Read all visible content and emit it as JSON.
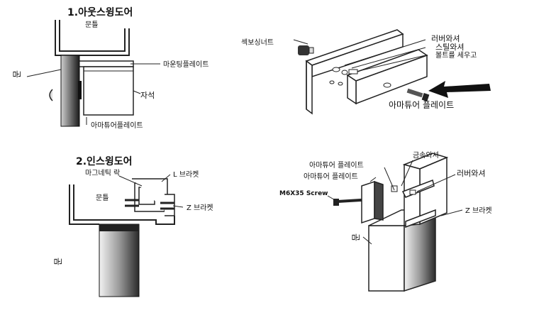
{
  "diagram": {
    "out_swing": {
      "title": "1.아웃스윙도어",
      "frame_label": "문틀",
      "door_label": "문",
      "mounting_plate_label": "마운팅플레이트",
      "magnet_label": "자석",
      "armature_plate_label": "아마튜어플레이트"
    },
    "in_swing": {
      "title": "2.인스윙도어",
      "magnetic_lock_label": "마그네틱 락",
      "frame_label": "문틀",
      "l_bracket_label": "L 브라켓",
      "z_bracket_label": "Z 브라켓",
      "door_label": "문"
    },
    "exploded_top": {
      "sex_nut_label": "섹보싱너트",
      "rubber_washer_label": "러버와셔",
      "steel_washer_label": "스틸와셔",
      "bolt_label": "볼트를 세우고",
      "armature_plate_label": "아마튜어 플레이트"
    },
    "exploded_bottom": {
      "armature_plate_label_1": "아마튜어 플레이트",
      "metal_washer_label": "금속와셔",
      "armature_plate_label_2": "아마튜어 플레이트",
      "rubber_washer_label": "러버와셔",
      "screw_label": "M6X35 Screw",
      "z_bracket_label": "Z 브라켓",
      "door_label": "문"
    }
  }
}
